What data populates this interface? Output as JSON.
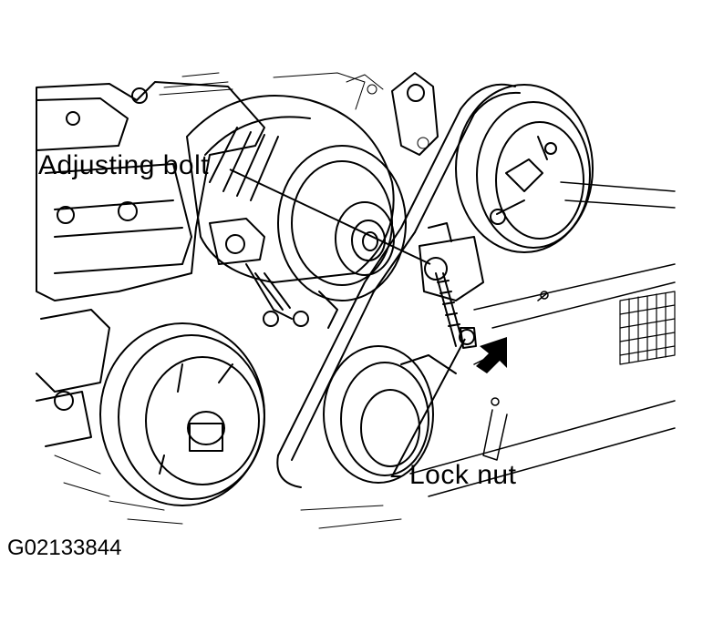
{
  "labels": {
    "adjusting_bolt": "Adjusting bolt",
    "lock_nut": "Lock nut"
  },
  "figure_code": "G02133844",
  "colors": {
    "ink": "#000000",
    "paper": "#ffffff"
  }
}
